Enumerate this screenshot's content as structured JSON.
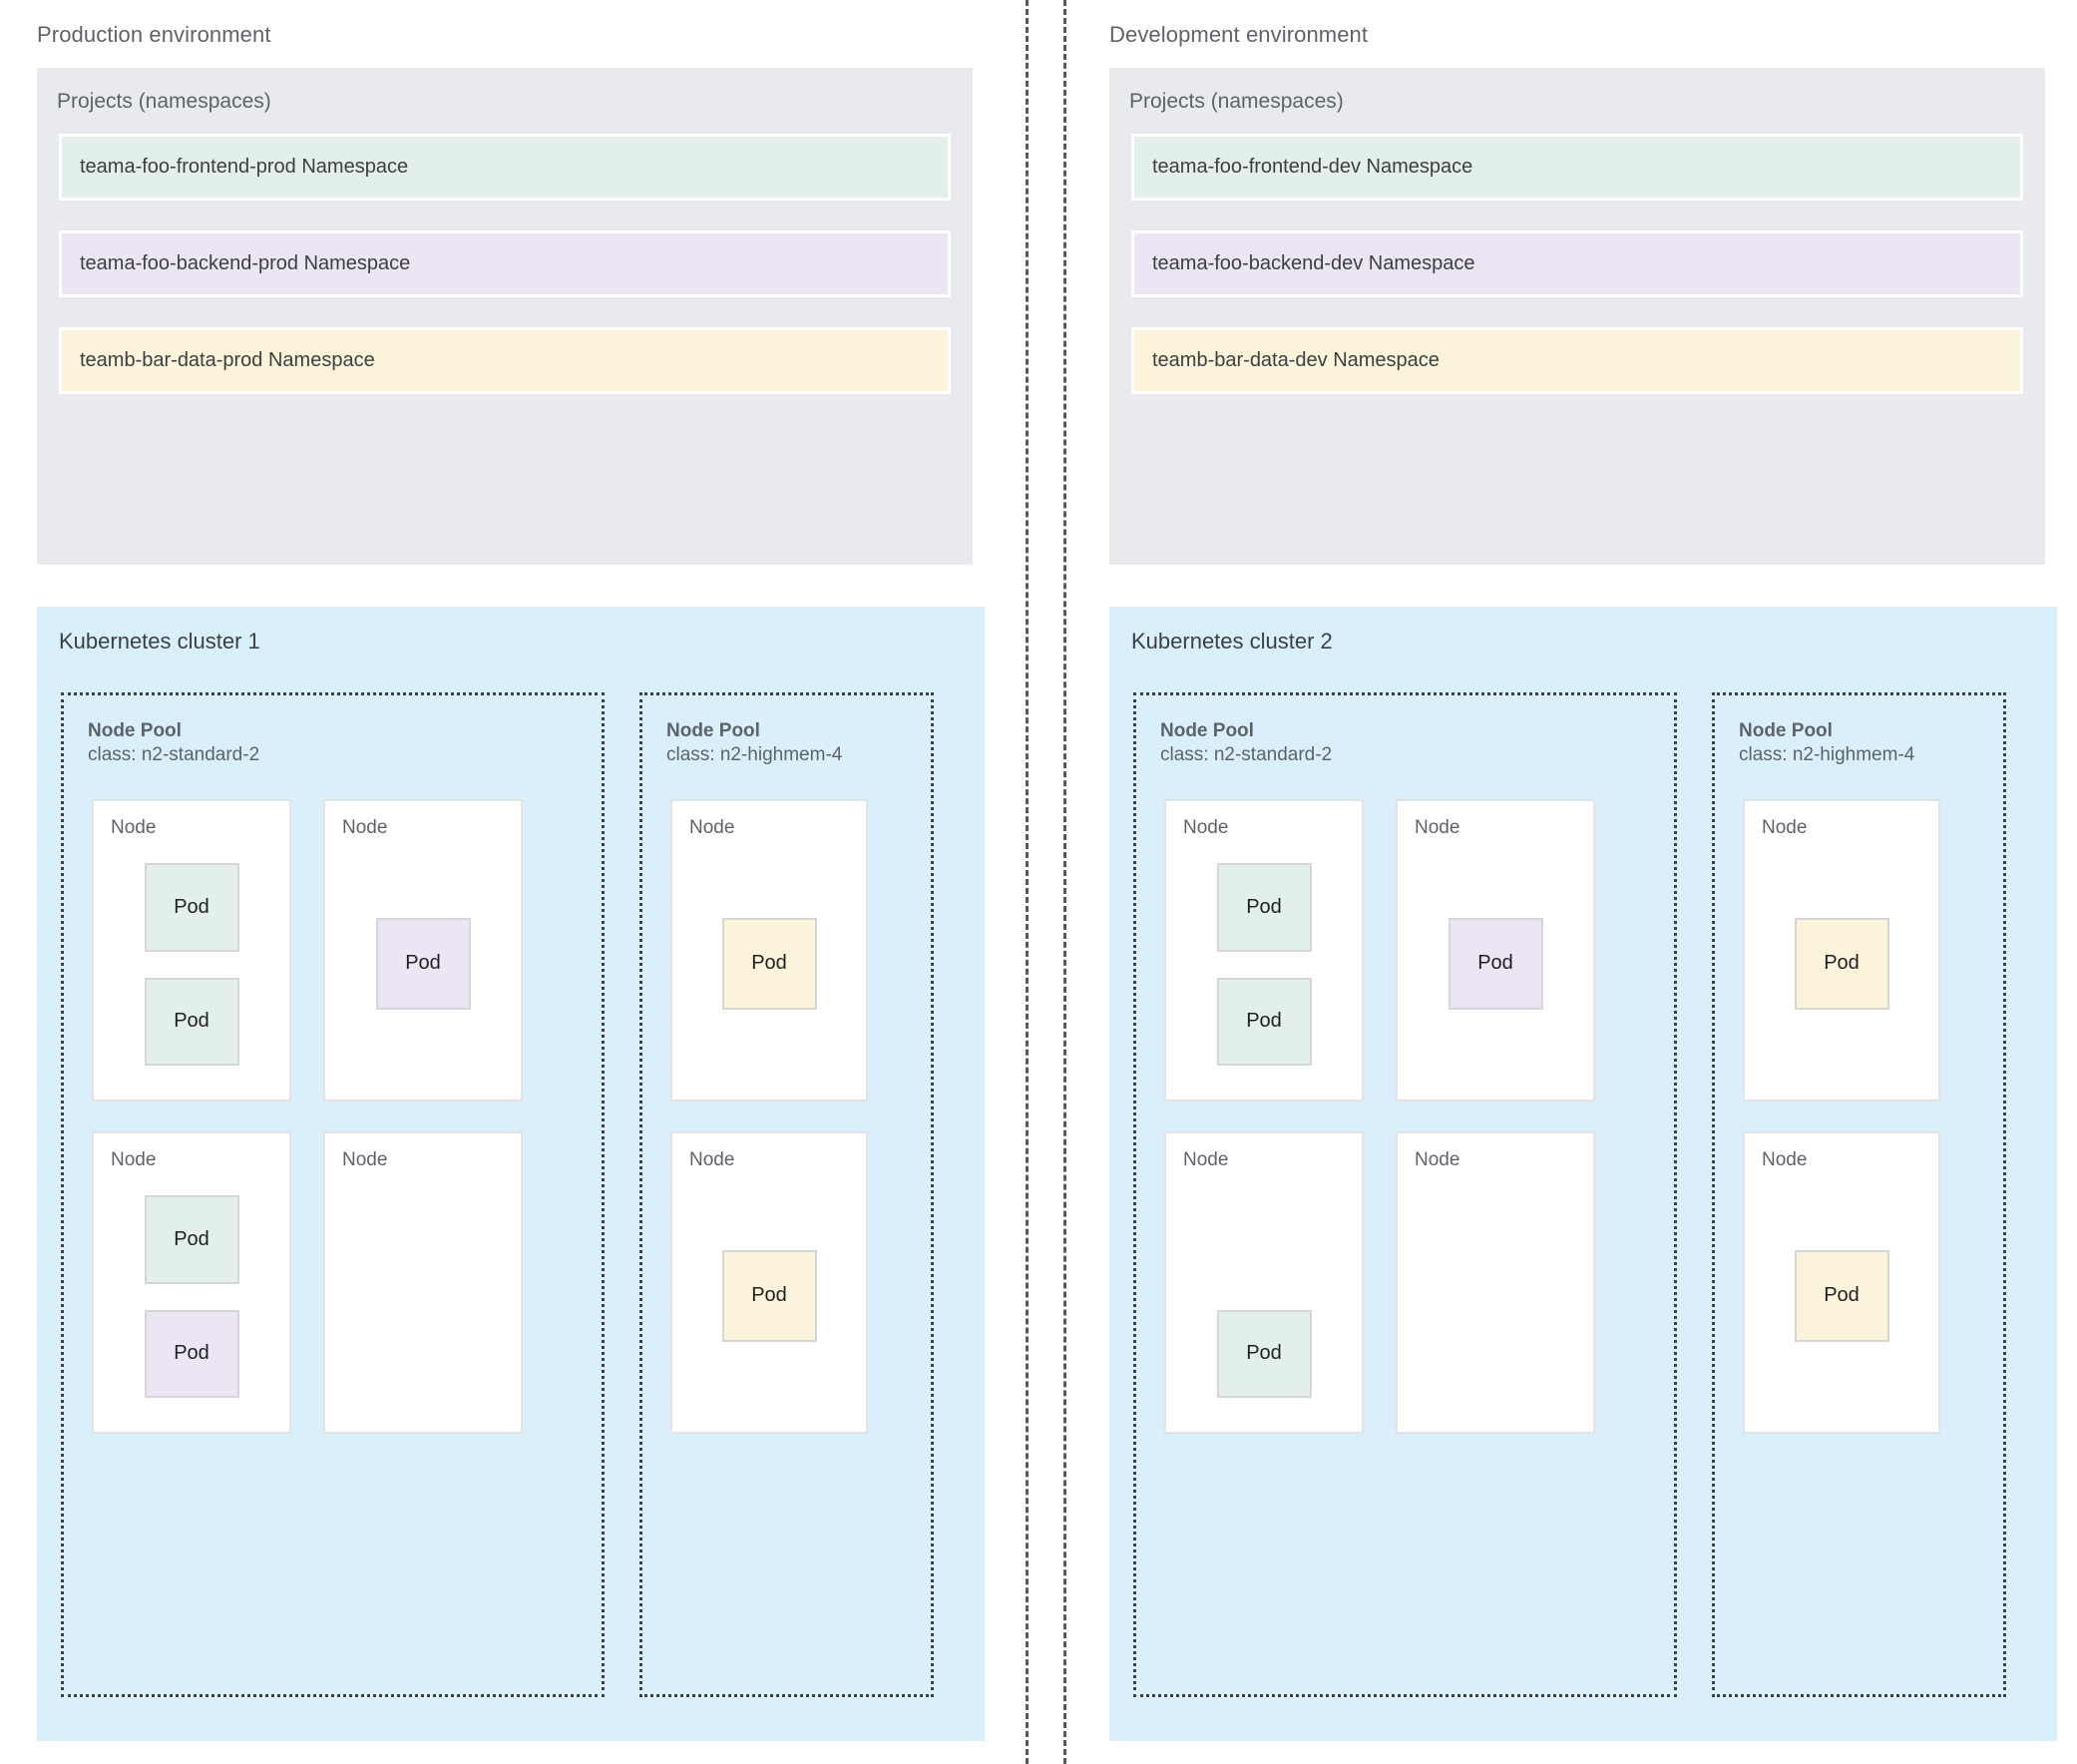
{
  "colors": {
    "panel_gray": "#e8eaed",
    "cluster_blue": "#d9f0fb",
    "pod_green": "#e3f0ea",
    "pod_purple": "#ece5f4",
    "pod_yellow": "#fbf3da",
    "text_gray": "#5f6368",
    "text_dark": "#3c4043",
    "divider": "#555a5f"
  },
  "labels": {
    "projects_title": "Projects (namespaces)",
    "node_pool": "Node Pool",
    "node": "Node",
    "pod": "Pod"
  },
  "environments": [
    {
      "title": "Production environment",
      "projects": {
        "title": "Projects (namespaces)",
        "namespaces": [
          {
            "name": "teama-foo-frontend-prod Namespace",
            "color": "green"
          },
          {
            "name": "teama-foo-backend-prod Namespace",
            "color": "purple"
          },
          {
            "name": "teamb-bar-data-prod Namespace",
            "color": "yellow"
          }
        ]
      },
      "cluster": {
        "title": "Kubernetes cluster 1",
        "node_pools": [
          {
            "label": "Node Pool",
            "class_line": "class: n2-standard-2",
            "size": "wide",
            "nodes": [
              {
                "label": "Node",
                "pods": [
                  {
                    "label": "Pod",
                    "color": "green"
                  },
                  {
                    "label": "Pod",
                    "color": "green"
                  }
                ]
              },
              {
                "label": "Node",
                "pods": [
                  {
                    "label": "Pod",
                    "color": "purple"
                  }
                ]
              },
              {
                "label": "Node",
                "pods": [
                  {
                    "label": "Pod",
                    "color": "green"
                  },
                  {
                    "label": "Pod",
                    "color": "purple"
                  }
                ]
              },
              {
                "label": "Node",
                "pods": []
              }
            ]
          },
          {
            "label": "Node Pool",
            "class_line": "class: n2-highmem-4",
            "size": "narrow",
            "nodes": [
              {
                "label": "Node",
                "pods": [
                  {
                    "label": "Pod",
                    "color": "yellow"
                  }
                ]
              },
              {
                "label": "Node",
                "pods": [
                  {
                    "label": "Pod",
                    "color": "yellow"
                  }
                ]
              }
            ]
          }
        ]
      }
    },
    {
      "title": "Development environment",
      "projects": {
        "title": "Projects (namespaces)",
        "namespaces": [
          {
            "name": "teama-foo-frontend-dev Namespace",
            "color": "green"
          },
          {
            "name": "teama-foo-backend-dev Namespace",
            "color": "purple"
          },
          {
            "name": "teamb-bar-data-dev Namespace",
            "color": "yellow"
          }
        ]
      },
      "cluster": {
        "title": "Kubernetes cluster 2",
        "node_pools": [
          {
            "label": "Node Pool",
            "class_line": "class: n2-standard-2",
            "size": "wide",
            "nodes": [
              {
                "label": "Node",
                "pods": [
                  {
                    "label": "Pod",
                    "color": "green"
                  },
                  {
                    "label": "Pod",
                    "color": "green"
                  }
                ]
              },
              {
                "label": "Node",
                "pods": [
                  {
                    "label": "Pod",
                    "color": "purple"
                  }
                ]
              },
              {
                "label": "Node",
                "pods": [
                  {
                    "label": "Pod",
                    "color": "green"
                  }
                ]
              },
              {
                "label": "Node",
                "pods": []
              }
            ]
          },
          {
            "label": "Node Pool",
            "class_line": "class: n2-highmem-4",
            "size": "narrow",
            "nodes": [
              {
                "label": "Node",
                "pods": [
                  {
                    "label": "Pod",
                    "color": "yellow"
                  }
                ]
              },
              {
                "label": "Node",
                "pods": [
                  {
                    "label": "Pod",
                    "color": "yellow"
                  }
                ]
              }
            ]
          }
        ]
      }
    }
  ]
}
